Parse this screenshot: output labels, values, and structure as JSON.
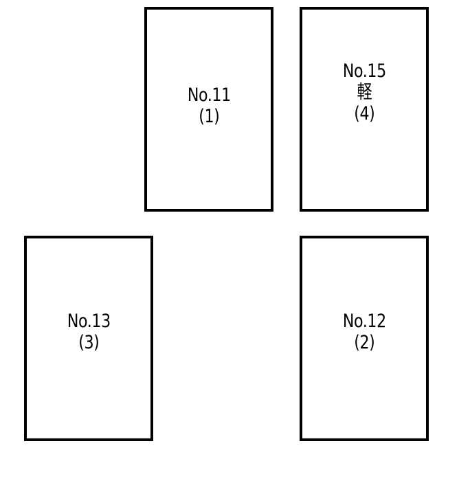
{
  "slots": [
    {
      "number": "No.11",
      "tag": "",
      "order": "(1)"
    },
    {
      "number": "No.15",
      "tag": "軽",
      "order": "(4)"
    },
    {
      "number": "No.13",
      "tag": "",
      "order": "(3)"
    },
    {
      "number": "No.12",
      "tag": "",
      "order": "(2)"
    }
  ]
}
